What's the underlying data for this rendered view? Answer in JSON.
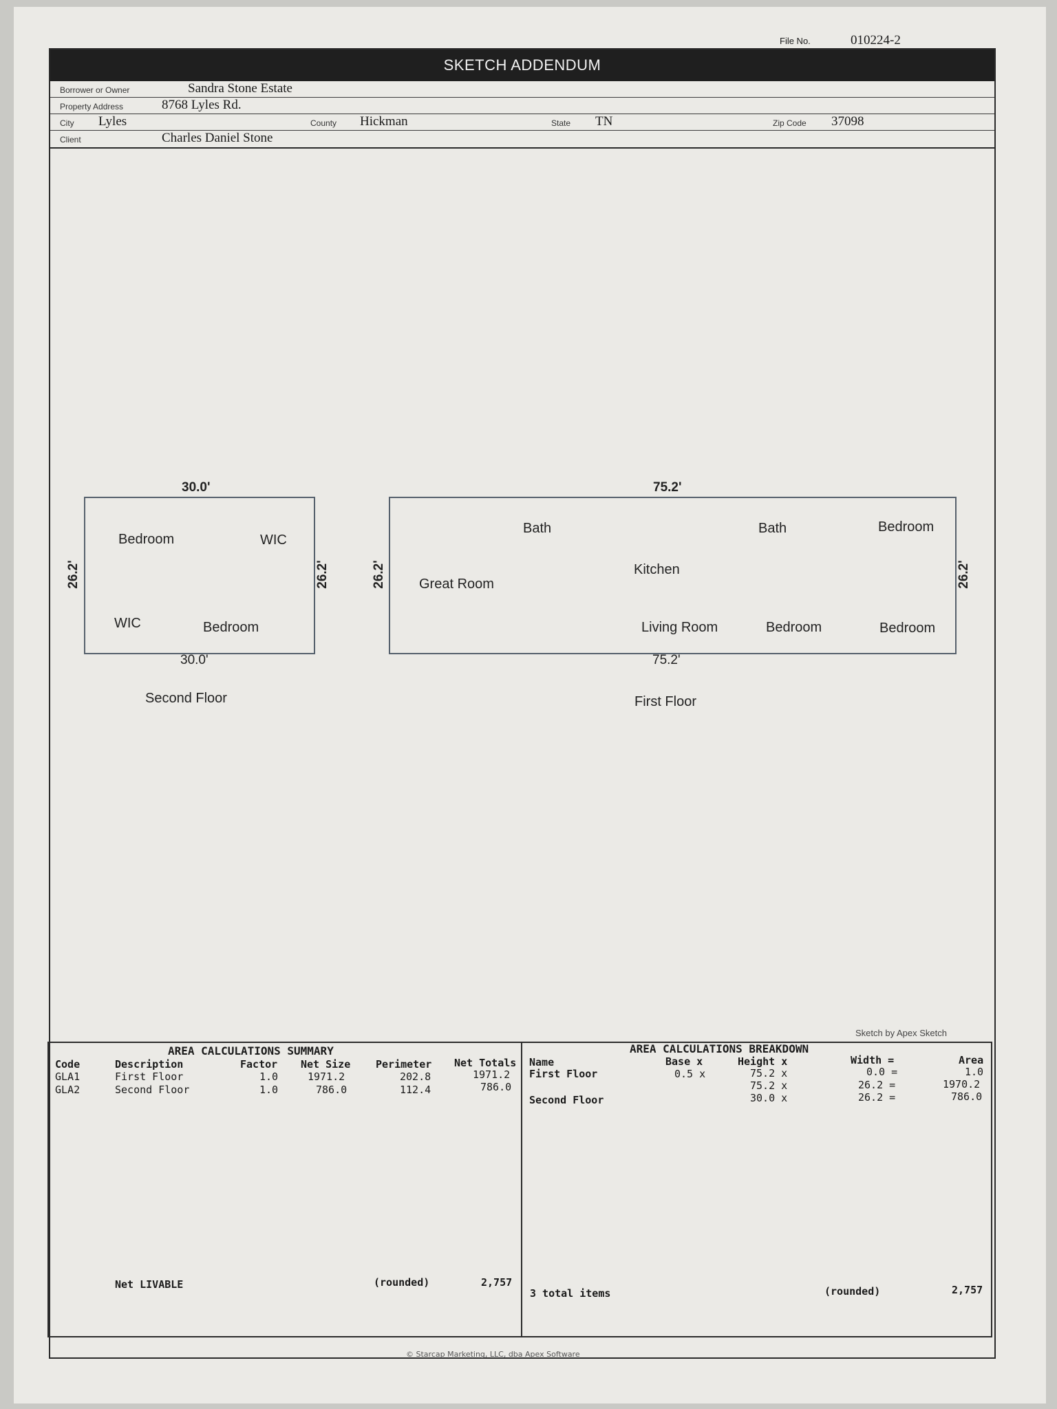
{
  "header": {
    "file_no_label": "File No.",
    "file_no": "010224-2",
    "title": "SKETCH ADDENDUM",
    "borrower_label": "Borrower or Owner",
    "borrower": "Sandra Stone Estate",
    "address_label": "Property Address",
    "address": "8768 Lyles Rd.",
    "city_label": "City",
    "city": "Lyles",
    "county_label": "County",
    "county": "Hickman",
    "state_label": "State",
    "state": "TN",
    "zip_label": "Zip Code",
    "zip": "37098",
    "client_label": "Client",
    "client": "Charles Daniel Stone"
  },
  "sketch": {
    "second_floor": {
      "label": "Second Floor",
      "top_dim": "30.0'",
      "bottom_dim": "30.0'",
      "left_dim": "26.2'",
      "right_dim": "26.2'",
      "rooms": [
        "Bedroom",
        "WIC",
        "WIC",
        "Bedroom"
      ]
    },
    "first_floor": {
      "label": "First Floor",
      "top_dim": "75.2'",
      "bottom_dim": "75.2'",
      "left_dim": "26.2'",
      "right_dim": "26.2'",
      "rooms": [
        "Bath",
        "Bath",
        "Bedroom",
        "Kitchen",
        "Great Room",
        "Living Room",
        "Bedroom",
        "Bedroom"
      ]
    },
    "credit": "Sketch by Apex Sketch"
  },
  "summary": {
    "title": "AREA CALCULATIONS SUMMARY",
    "headers": [
      "Code",
      "Description",
      "Factor",
      "Net Size",
      "Perimeter",
      "Net Totals"
    ],
    "rows": [
      [
        "GLA1",
        "First Floor",
        "1.0",
        "1971.2",
        "202.8",
        "1971.2"
      ],
      [
        "GLA2",
        "Second Floor",
        "1.0",
        "786.0",
        "112.4",
        "786.0"
      ]
    ],
    "net_label": "Net LIVABLE",
    "rounded_label": "(rounded)",
    "net_total": "2,757"
  },
  "breakdown": {
    "title": "AREA CALCULATIONS BREAKDOWN",
    "headers": [
      "Name",
      "Base  x",
      "Height  x",
      "Width  =",
      "Area"
    ],
    "rows": [
      [
        "First Floor",
        "0.5  x",
        "75.2  x",
        "0.0  =",
        "1.0"
      ],
      [
        "",
        "",
        "75.2  x",
        "26.2  =",
        "1970.2"
      ],
      [
        "Second Floor",
        "",
        "30.0  x",
        "26.2  =",
        "786.0"
      ]
    ],
    "items_label": "3 total items",
    "rounded_label": "(rounded)",
    "total": "2,757"
  },
  "footer": "© Starcap Marketing, LLC, dba Apex Software"
}
